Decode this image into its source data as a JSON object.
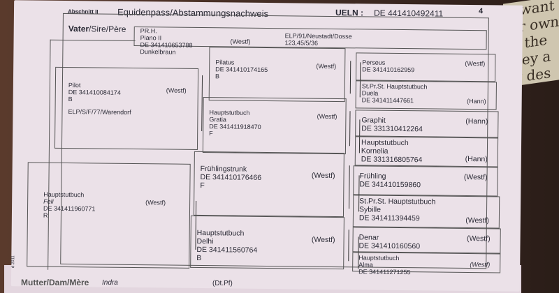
{
  "header": {
    "section": "Abschnitt II",
    "title": "Equidenpass/Abstammungsnachweis",
    "ueln_label": "UELN :",
    "ueln_value": "DE 441410492411",
    "page_number": "4"
  },
  "sire": {
    "label_bold": "Vater",
    "label_rest": "/Sire/Père",
    "lines": [
      "PR.H.",
      "Piano II",
      "DE 341410653788",
      "Dunkelbraun"
    ],
    "region": "(Westf)",
    "extra": [
      "ELP/91/Neustadt/Dosse",
      "123,45/5/36"
    ]
  },
  "gen1": [
    {
      "lines": [
        "Pilot",
        "DE 341410084174",
        "B"
      ],
      "region": "(Westf)",
      "extra": "ELP/S/F/77/Warendorf"
    },
    {
      "lines": [
        "Hauptstutbuch",
        "Feli",
        "DE 341411960771",
        "R"
      ],
      "region": "(Westf)"
    }
  ],
  "gen2": [
    {
      "lines": [
        "Pilatus",
        "DE 341410174165",
        "B"
      ],
      "region": "(Westf)"
    },
    {
      "lines": [
        "Hauptstutbuch",
        "Gratia",
        "DE 341411918470",
        "F"
      ],
      "region": "(Westf)"
    },
    {
      "lines": [
        "Frühlingstrunk",
        "DE 341410176466",
        "F"
      ],
      "region": "(Westf)"
    },
    {
      "lines": [
        "Hauptstutbuch",
        "Delhi",
        "DE 341411560764",
        "B"
      ],
      "region": "(Westf)"
    }
  ],
  "gen3": [
    {
      "lines": [
        "Perseus",
        "DE 341410162959"
      ],
      "region": "(Westf)"
    },
    {
      "lines": [
        "St.Pr.St.   Hauptstutbuch",
        "Duela",
        "DE 341411447661"
      ],
      "region": "(Hann)"
    },
    {
      "lines": [
        "Graphit",
        "DE 331310412264"
      ],
      "region": "(Hann)"
    },
    {
      "lines": [
        "Hauptstutbuch",
        "Kornelia",
        "DE 331316805764"
      ],
      "region": "(Hann)"
    },
    {
      "lines": [
        "Frühling",
        "DE 341410159860"
      ],
      "region": "(Westf)"
    },
    {
      "lines": [
        "St.Pr.St.   Hauptstutbuch",
        "Sybille",
        "DE 341411394459"
      ],
      "region": "(Westf)"
    },
    {
      "lines": [
        "Denar",
        "DE 341410160560"
      ],
      "region": "(Westf)"
    },
    {
      "lines": [
        "Hauptstutbuch",
        "Alma",
        "DE 341411271255"
      ],
      "region": "(Westf)"
    }
  ],
  "dam": {
    "label": "Mutter/Dam/Mère",
    "name": "Indra",
    "region": "(Dt.Pf)"
  },
  "edge_note": "d 2011",
  "background_text": [
    "y want ro",
    "eir own",
    "se the",
    "they a",
    "ey des"
  ]
}
